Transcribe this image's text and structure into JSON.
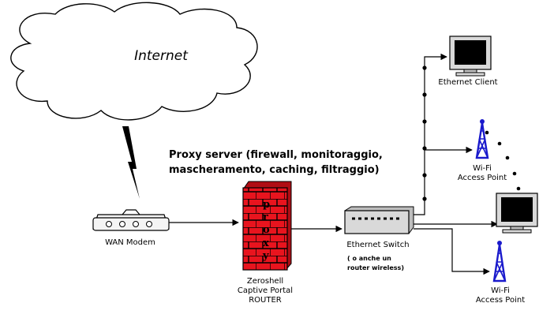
{
  "cloud": {
    "label": "Internet"
  },
  "title": {
    "line1": "Proxy server (firewall, monitoraggio,",
    "line2": "mascheramento, caching, filtraggio)"
  },
  "wan_modem": {
    "label": "WAN Modem"
  },
  "router": {
    "letters": [
      "p",
      "r",
      "o",
      "x",
      "y"
    ],
    "line1": "Zeroshell",
    "line2": "Captive Portal",
    "line3": "ROUTER"
  },
  "switch": {
    "label": "Ethernet Switch",
    "note_line1": "( o anche un",
    "note_line2": "router wireless)"
  },
  "ethernet_client": {
    "label": "Ethernet Client"
  },
  "ap_top": {
    "line1": "Wi-Fi",
    "line2": "Access Point"
  },
  "ap_bottom": {
    "line1": "Wi-Fi",
    "line2": "Access Point"
  },
  "colors": {
    "firewall": "#e8141e",
    "tower": "#1a1acc",
    "screen": "#000000",
    "device": "#d9d9d9"
  }
}
